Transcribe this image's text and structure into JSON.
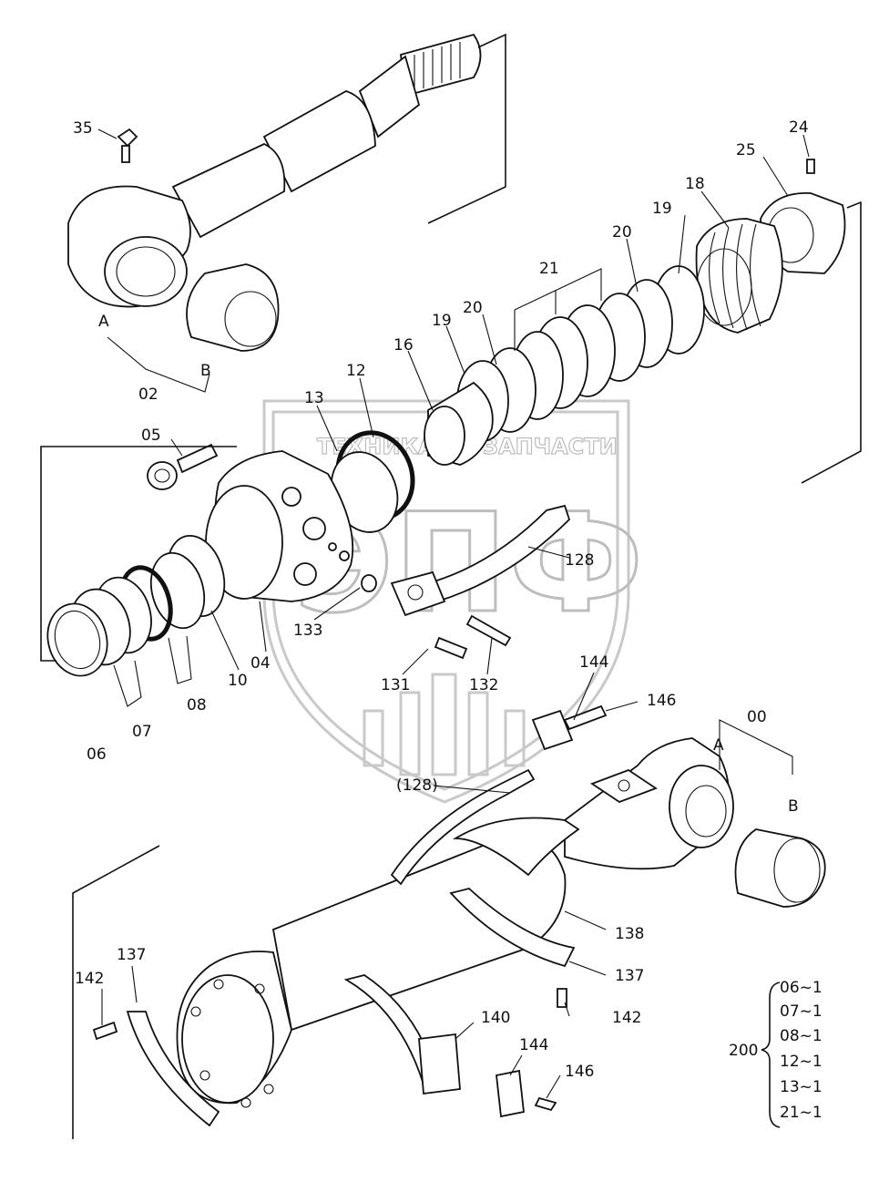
{
  "watermark": {
    "text_left": "ТЕХНИКА",
    "text_right": "ЗАПЧАСТИ",
    "logo": "ЭПФ"
  },
  "labels": {
    "l35": "35",
    "l24": "24",
    "l25": "25",
    "l18": "18",
    "l19a": "19",
    "l20a": "20",
    "l21": "21",
    "l20b": "20",
    "l19b": "19",
    "l16": "16",
    "lA1": "A",
    "lB1": "B",
    "l02": "02",
    "l12": "12",
    "l13": "13",
    "l05": "05",
    "l128": "128",
    "l133": "133",
    "l04": "04",
    "l10": "10",
    "l08": "08",
    "l07": "07",
    "l06": "06",
    "l131": "131",
    "l132": "132",
    "l144a": "144",
    "l146a": "146",
    "l00": "00",
    "lA2": "A",
    "lB2": "B",
    "l128p": "(128)",
    "l138": "138",
    "l137a": "137",
    "l142a": "142",
    "l137b": "137",
    "l142b": "142",
    "l140": "140",
    "l144b": "144",
    "l146b": "146"
  },
  "kit": {
    "code": "200",
    "items": [
      "06~1",
      "07~1",
      "08~1",
      "12~1",
      "13~1",
      "21~1"
    ]
  }
}
